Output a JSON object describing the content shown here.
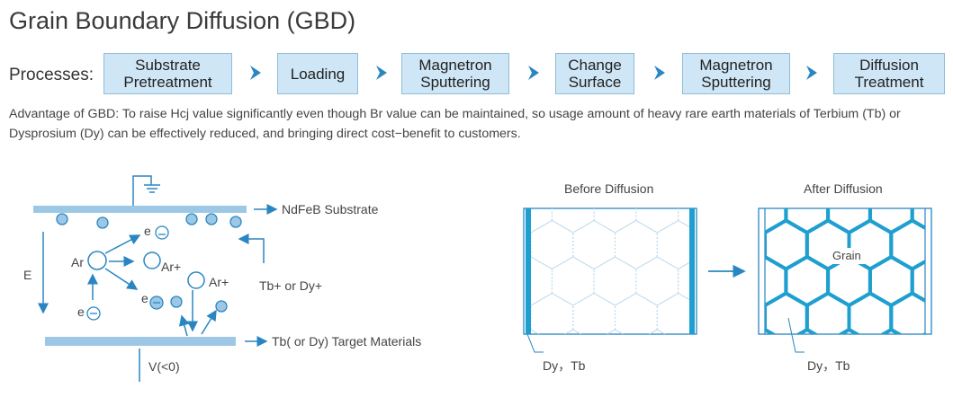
{
  "title": "Grain Boundary Diffusion (GBD)",
  "processes_label": "Processes:",
  "steps": [
    "Substrate\nPretreatment",
    "Loading",
    "Magnetron\nSputtering",
    "Change\nSurface",
    "Magnetron\nSputtering",
    "Diffusion\nTreatment"
  ],
  "advantage": "Advantage of GBD: To raise Hcj value significantly even though Br value can be maintained, so usage amount of heavy rare earth materials of Terbium (Tb) or Dysprosium (Dy) can be effectively reduced, and bringing direct cost−benefit to customers.",
  "sputter": {
    "substrate": "NdFeB Substrate",
    "target": "Tb( or Dy) Target Materials",
    "field": "E",
    "ions": "Tb+ or Dy+",
    "voltage": "V(<0)",
    "ar": "Ar",
    "ar_plus_1": "Ar+",
    "ar_plus_2": "Ar+",
    "e_1": "e",
    "e_2": "e",
    "e_3": "e"
  },
  "diffusion": {
    "before": "Before Diffusion",
    "after": "After Diffusion",
    "grain": "Grain",
    "dy_tb_1": "Dy，Tb",
    "dy_tb_2": "Dy，Tb"
  },
  "colors": {
    "accent": "#1f9fd0",
    "step_fill": "#cfe6f6",
    "particle": "#9cc8e6",
    "line": "#2a86c2"
  }
}
